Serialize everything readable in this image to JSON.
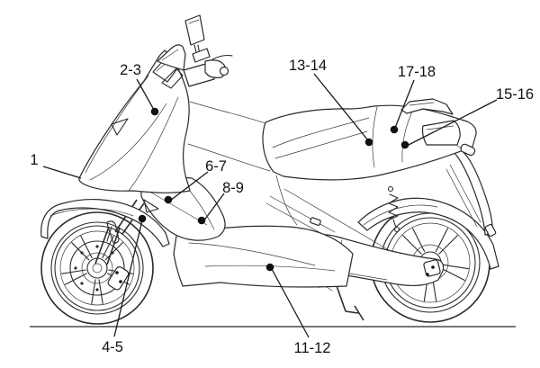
{
  "figure": {
    "type": "technical-line-drawing",
    "subject": "scooter side view parts diagram"
  },
  "colors": {
    "background": "#ffffff",
    "line": "#2b2b2b",
    "label": "#111111"
  },
  "callouts": [
    {
      "label": "1"
    },
    {
      "label": "2-3"
    },
    {
      "label": "4-5"
    },
    {
      "label": "6-7"
    },
    {
      "label": "8-9"
    },
    {
      "label": "11-12"
    },
    {
      "label": "13-14"
    },
    {
      "label": "15-16"
    },
    {
      "label": "17-18"
    }
  ]
}
